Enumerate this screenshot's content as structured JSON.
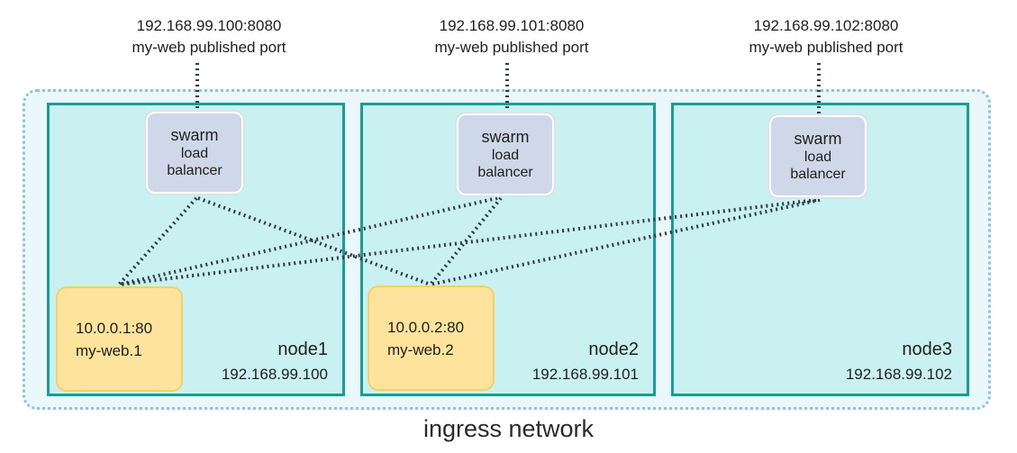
{
  "published_ports": [
    {
      "address": "192.168.99.100:8080",
      "label": "my-web published port"
    },
    {
      "address": "192.168.99.101:8080",
      "label": "my-web published port"
    },
    {
      "address": "192.168.99.102:8080",
      "label": "my-web published port"
    }
  ],
  "nodes": [
    {
      "name": "node1",
      "ip": "192.168.99.100",
      "load_balancer": {
        "title": "swarm",
        "line2": "load",
        "line3": "balancer"
      },
      "task": {
        "address": "10.0.0.1:80",
        "name": "my-web.1"
      }
    },
    {
      "name": "node2",
      "ip": "192.168.99.101",
      "load_balancer": {
        "title": "swarm",
        "line2": "load",
        "line3": "balancer"
      },
      "task": {
        "address": "10.0.0.2:80",
        "name": "my-web.2"
      }
    },
    {
      "name": "node3",
      "ip": "192.168.99.102",
      "load_balancer": {
        "title": "swarm",
        "line2": "load",
        "line3": "balancer"
      }
    }
  ],
  "network_label": "ingress network",
  "colors": {
    "node_fill": "#c9f1f1",
    "node_border": "#189d95",
    "network_fill": "#eaf8fb",
    "network_border": "#8fc4df",
    "load_balancer_fill": "#cfd8e8",
    "task_fill": "#fde39c",
    "connector": "#2f3b45"
  }
}
